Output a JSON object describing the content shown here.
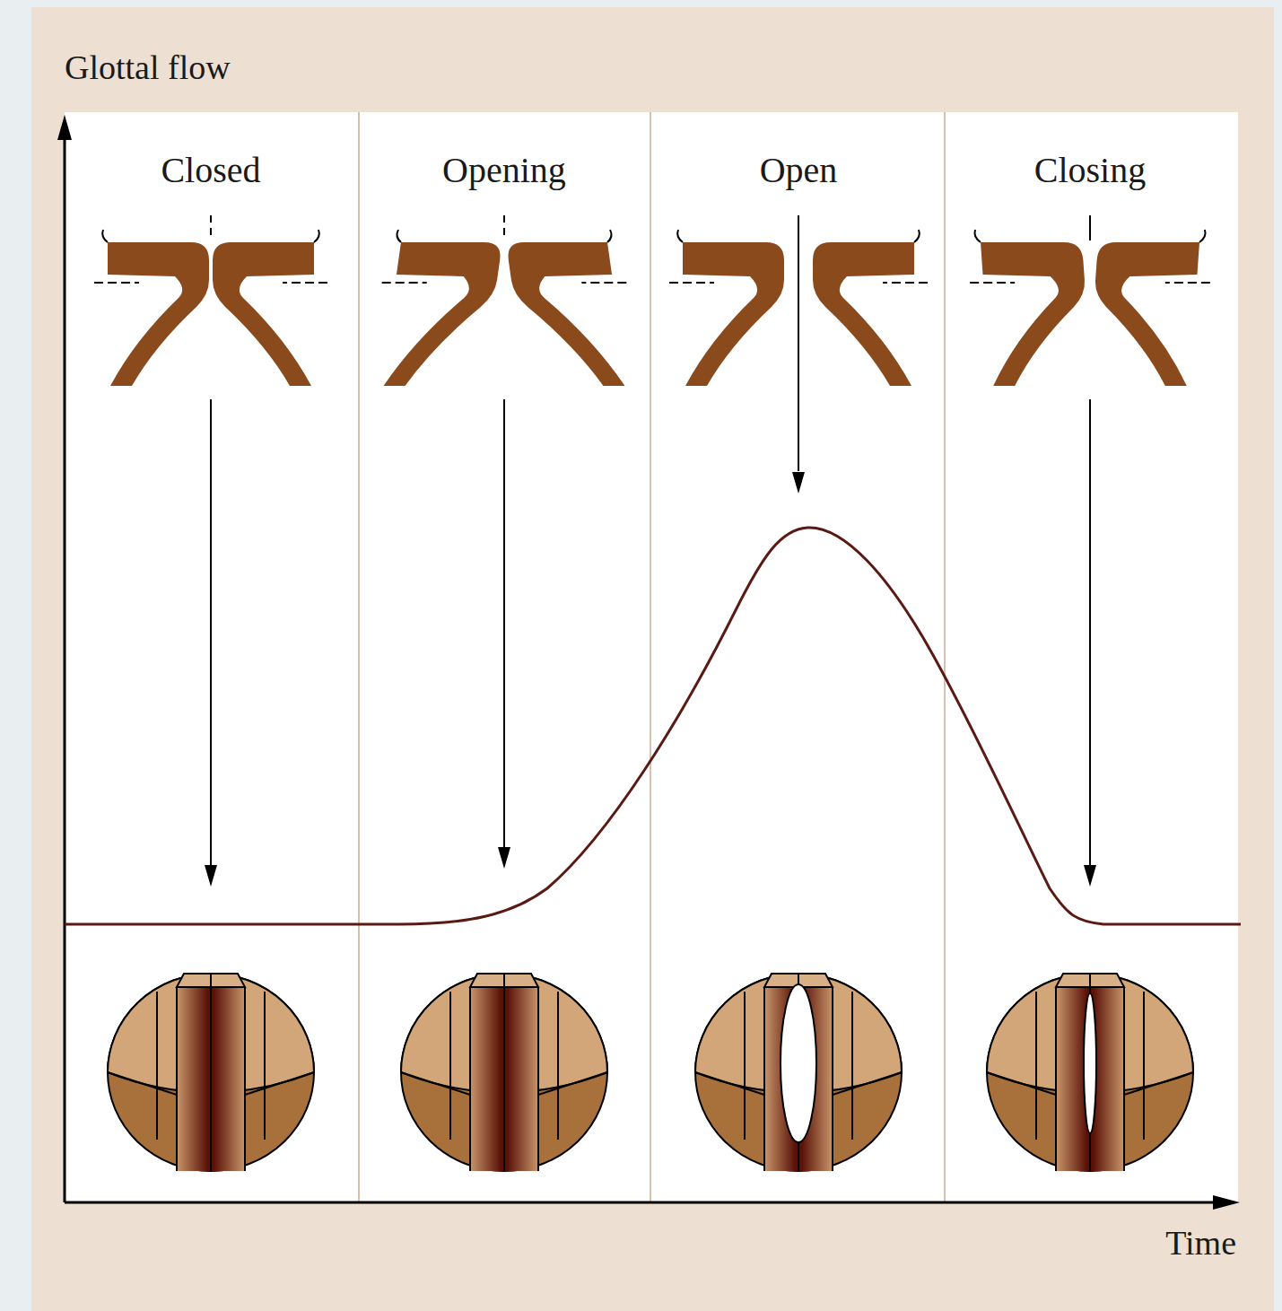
{
  "diagram": {
    "labels": [
      "Glottal flow",
      "Closed",
      "Opening",
      "Open",
      "Closing",
      "Time"
    ]
  }
}
